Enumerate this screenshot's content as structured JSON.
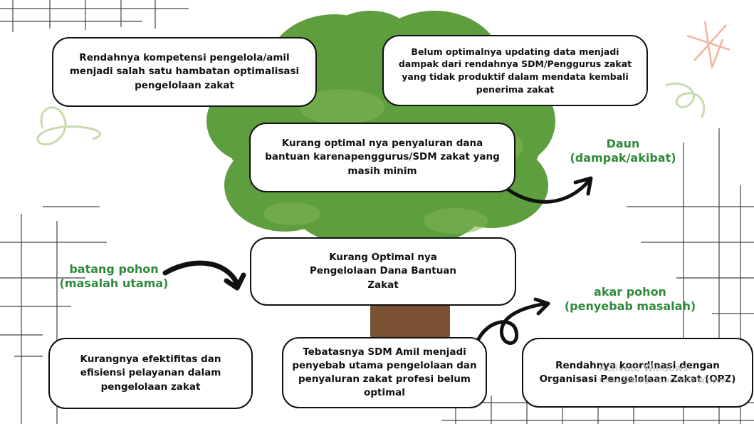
{
  "diagram": {
    "boxes": {
      "leaf_top_left": "Rendahnya kompetensi pengelola/amil menjadi salah satu hambatan optimalisasi pengelolaan zakat",
      "leaf_top_right": "Belum optimalnya updating data menjadi dampak dari rendahnya SDM/Penggurus zakat yang tidak produktif dalam mendata kembali penerima zakat",
      "leaf_center": "Kurang optimal nya penyaluran dana bantuan karenapenggurus/SDM zakat yang masih minim",
      "trunk": "Kurang Optimal nya Pengelolaan Dana Bantuan Zakat",
      "root_left": "Kurangnya efektifitas dan efisiensi pelayanan dalam pengelolaan zakat",
      "root_center": "Tebatasnya SDM Amil menjadi penyebab utama pengelolaan dan penyaluran zakat profesi belum optimal",
      "root_right": "Rendahnya koordinasi dengan Organisasi Pengelolaan Zakat (OPZ)"
    },
    "labels": {
      "daun_title": "Daun",
      "daun_sub": "(dampak/akibat)",
      "batang_title": "batang pohon",
      "batang_sub": "(masalah utama)",
      "akar_title": "akar pohon",
      "akar_sub": "(penyebab masalah)"
    },
    "colors": {
      "label_green": "#2f8a3c",
      "canopy": "#5e9e3f",
      "canopy_light": "#7fb553",
      "trunk": "#7a5133",
      "box_border": "#111111"
    }
  },
  "watermark": {
    "title": "Activate Windows",
    "subtitle": "Go to Settings to activate Windows."
  }
}
